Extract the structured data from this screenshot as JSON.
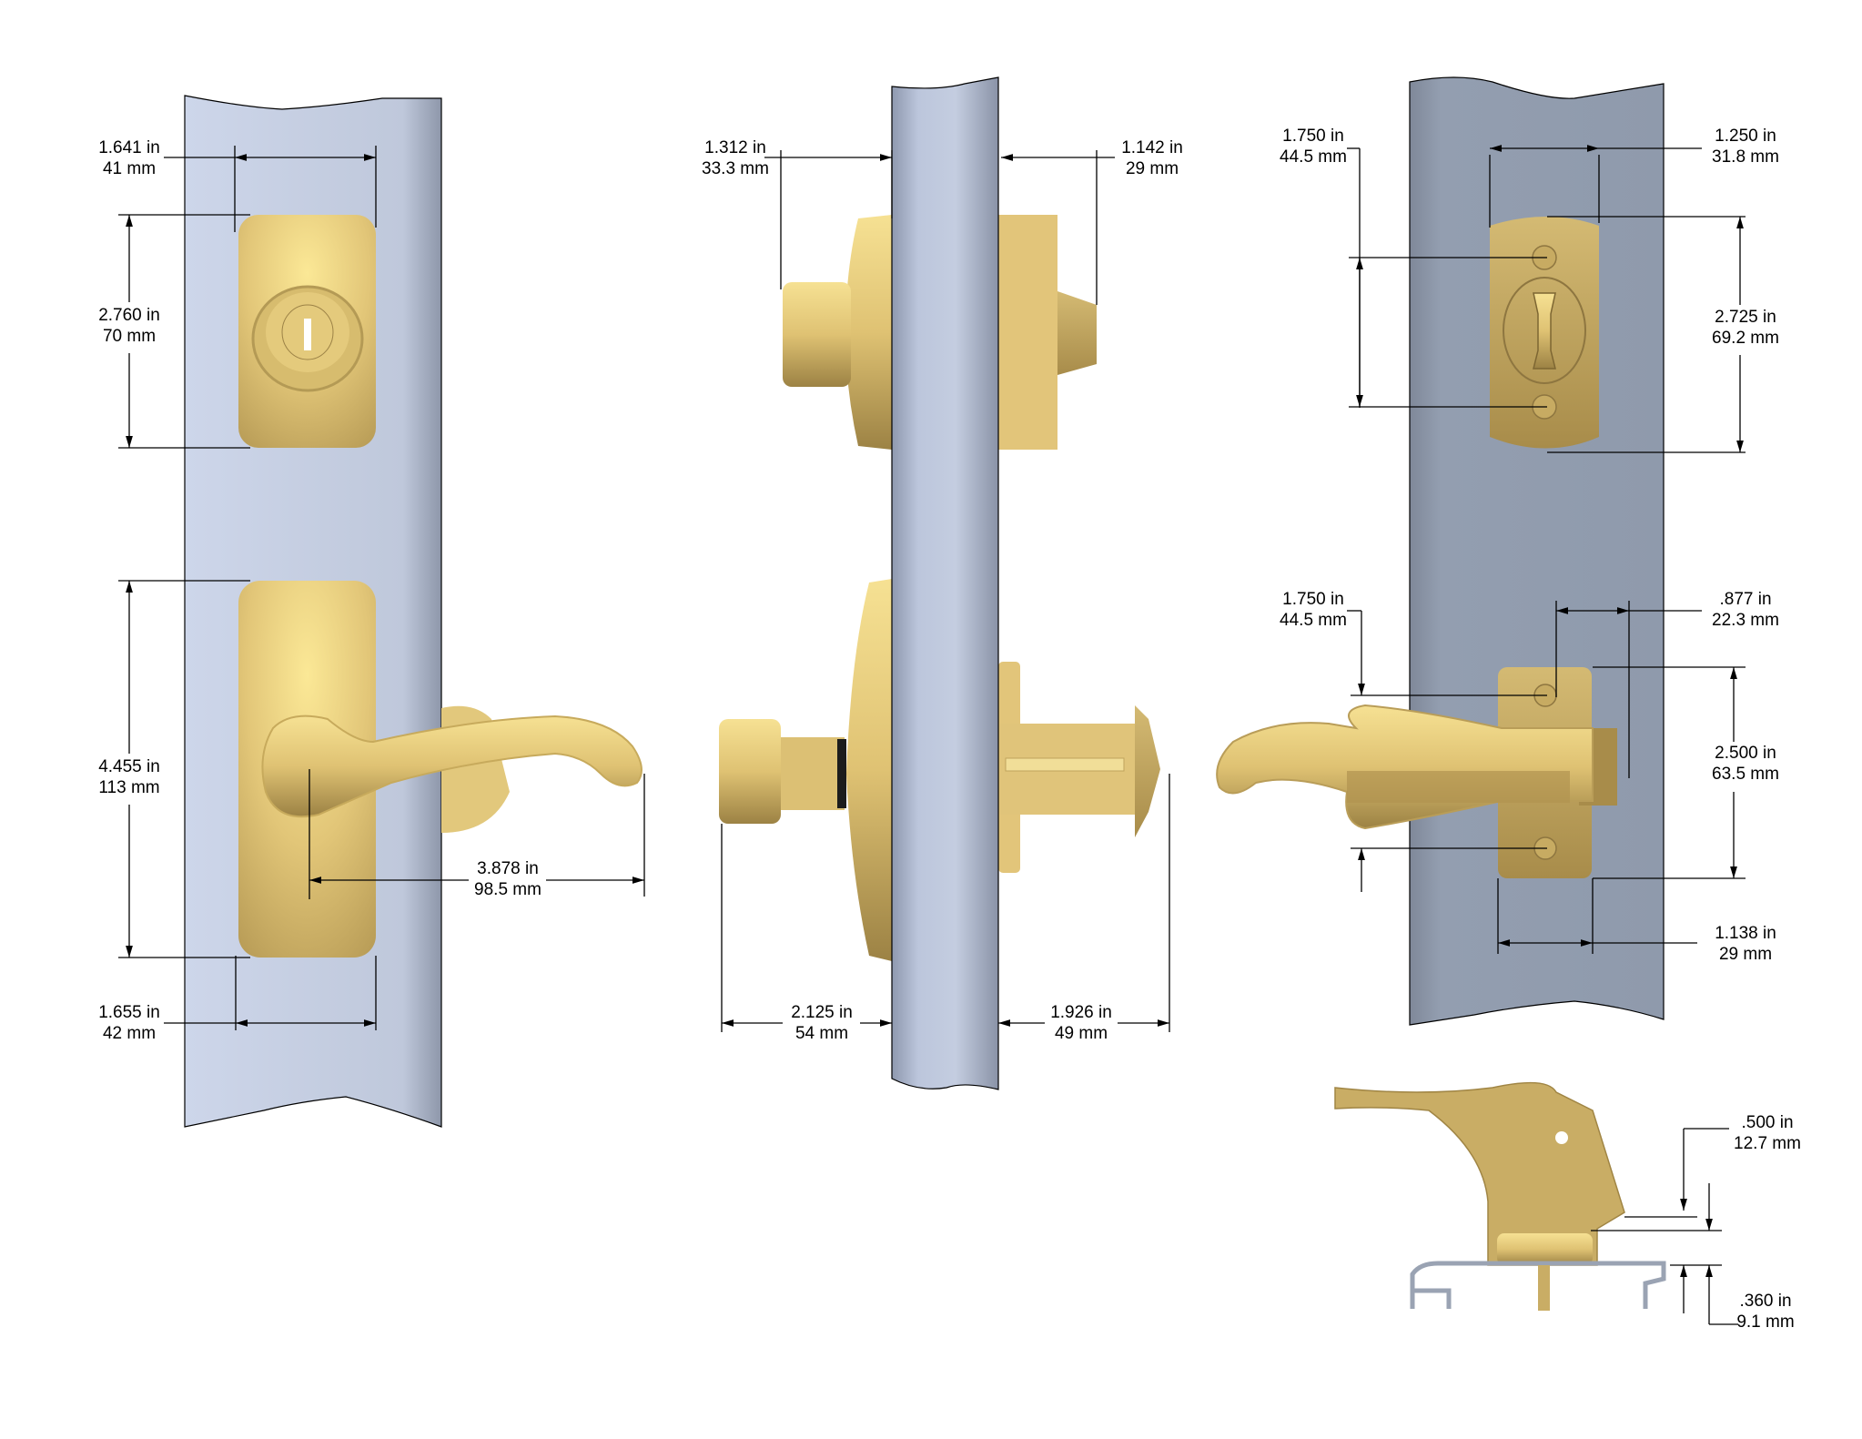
{
  "drawing": {
    "title": "Storm door handle set dimensional drawing",
    "colors": {
      "background": "#ffffff",
      "door_left": "#c5cde0",
      "door_middle": "#bcc6dc",
      "door_right": "#8f9aac",
      "brass_light": "#f3dc8c",
      "brass_mid": "#dcbf6e",
      "brass_dark": "#a88c4a",
      "dimension_line": "#000000"
    },
    "views": [
      {
        "name": "front-exterior",
        "parts": [
          "door-stile",
          "keyed-deadbolt-plate",
          "lever-handle-plate"
        ]
      },
      {
        "name": "side-section",
        "parts": [
          "door-stile",
          "deadbolt-side",
          "latch-side"
        ]
      },
      {
        "name": "interior",
        "parts": [
          "door-stile",
          "thumbturn-plate",
          "interior-latch"
        ]
      },
      {
        "name": "latch-profile",
        "parts": [
          "latch-lever",
          "frame-profile"
        ]
      }
    ]
  },
  "dimensions": {
    "keyplate_width": {
      "in": "1.641 in",
      "mm": "41 mm"
    },
    "keyplate_height": {
      "in": "2.760 in",
      "mm": "70 mm"
    },
    "lever_plate_height": {
      "in": "4.455 in",
      "mm": "113 mm"
    },
    "lever_reach": {
      "in": "3.878 in",
      "mm": "98.5 mm"
    },
    "lever_plate_width": {
      "in": "1.655 in",
      "mm": "42 mm"
    },
    "deadbolt_ext_proj": {
      "in": "1.312 in",
      "mm": "33.3 mm"
    },
    "deadbolt_int_proj": {
      "in": "1.142 in",
      "mm": "29 mm"
    },
    "handle_ext_proj": {
      "in": "2.125 in",
      "mm": "54 mm"
    },
    "handle_int_proj": {
      "in": "1.926 in",
      "mm": "49 mm"
    },
    "thumbturn_screw_spacing": {
      "in": "1.750 in",
      "mm": "44.5 mm"
    },
    "thumbturn_plate_width": {
      "in": "1.250 in",
      "mm": "31.8 mm"
    },
    "thumbturn_plate_height": {
      "in": "2.725 in",
      "mm": "69.2 mm"
    },
    "latch_screw_spacing": {
      "in": "1.750 in",
      "mm": "44.5 mm"
    },
    "latch_bolt_offset": {
      "in": ".877 in",
      "mm": "22.3 mm"
    },
    "latch_plate_height": {
      "in": "2.500 in",
      "mm": "63.5 mm"
    },
    "latch_plate_width": {
      "in": "1.138 in",
      "mm": "29 mm"
    },
    "latch_clearance": {
      "in": ".500 in",
      "mm": "12.7 mm"
    },
    "frame_offset": {
      "in": ".360 in",
      "mm": "9.1 mm"
    }
  }
}
